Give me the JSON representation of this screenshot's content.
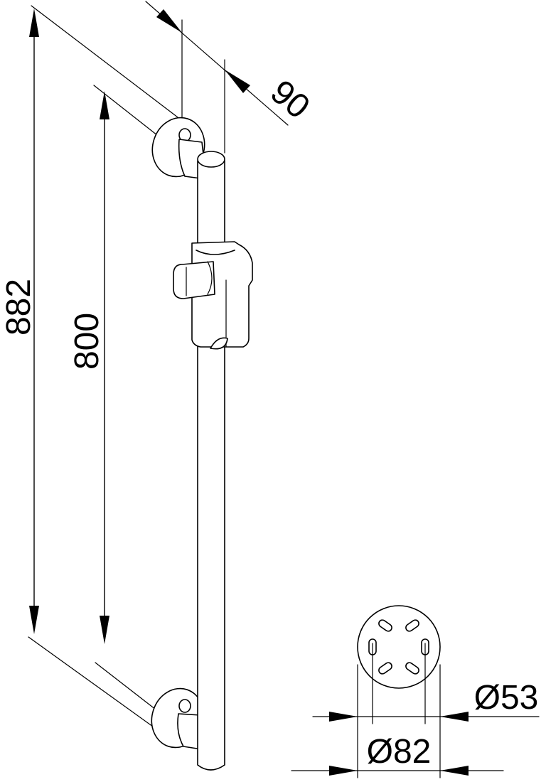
{
  "colors": {
    "line": "#000000",
    "background": "#ffffff"
  },
  "dimensions": {
    "overall_length": "882",
    "rail_length": "800",
    "wall_distance": "90",
    "inner_diameter": "Ø53",
    "outer_diameter": "Ø82"
  }
}
